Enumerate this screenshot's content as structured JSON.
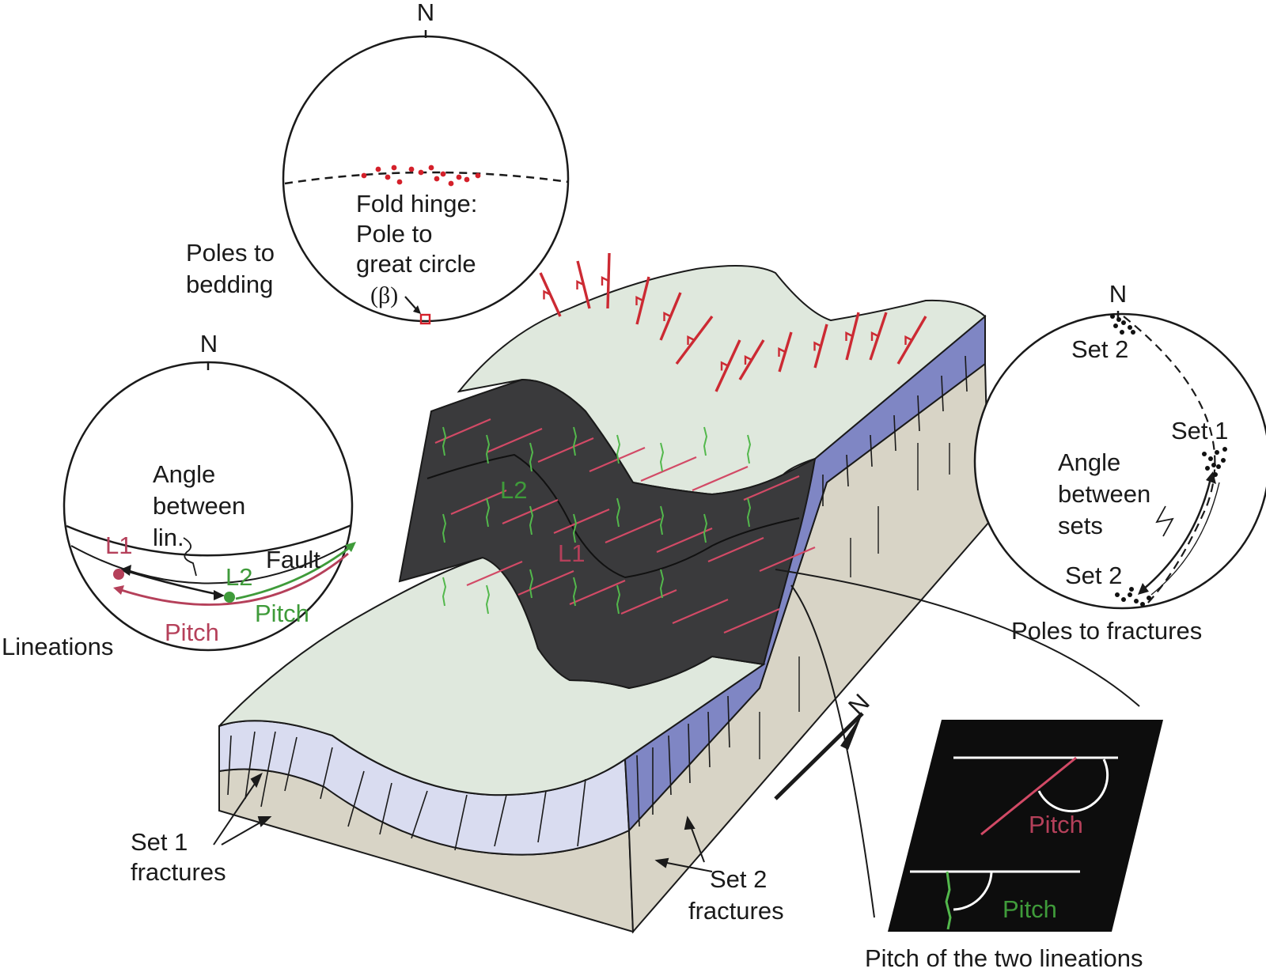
{
  "labels": {
    "top_net_north": "N",
    "fold_hinge_line1": "Fold hinge:",
    "fold_hinge_line2": "Pole to",
    "fold_hinge_line3": "great circle",
    "beta": "(β)",
    "poles_bedding_line1": "Poles to",
    "poles_bedding_line2": "bedding",
    "left_net_north": "N",
    "angle_lin_line1": "Angle",
    "angle_lin_line2": "between",
    "angle_lin_line3": "lin.",
    "l1_net": "L1",
    "l2_net": "L2",
    "fault": "Fault",
    "pitch_green_net": "Pitch",
    "pitch_red_net": "Pitch",
    "lineations": "Lineations",
    "right_net_north": "N",
    "set2_top": "Set 2",
    "set1_right": "Set 1",
    "angle_sets_line1": "Angle",
    "angle_sets_line2": "between",
    "angle_sets_line3": "sets",
    "set2_bottom": "Set 2",
    "poles_fractures": "Poles to fractures",
    "l2_block": "L2",
    "l1_block": "L1",
    "set1_fract_line1": "Set 1",
    "set1_fract_line2": "fractures",
    "set2_fract_line1": "Set 2",
    "set2_fract_line2": "fractures",
    "north_arrow": "N",
    "inset_pitch_red": "Pitch",
    "inset_pitch_green": "Pitch",
    "inset_caption": "Pitch of the two lineations"
  },
  "colors": {
    "outline": "#1a1a1a",
    "bedding_top": "#dfe8dd",
    "front_face_light": "#d9dcf0",
    "front_face_blue": "#7f86c4",
    "base_rock": "#d8d4c6",
    "fault_surface": "#3a3a3c",
    "lineation_l1": "#d24a66",
    "lineation_l2": "#53b84c",
    "bedding_symbols": "#cc2a33",
    "poles_red": "#d4202a",
    "inset_bg": "#0d0d0d"
  }
}
